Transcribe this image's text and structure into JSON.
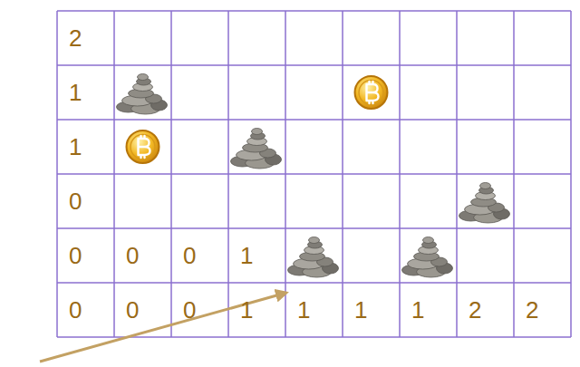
{
  "diagram": {
    "labels": [
      "2",
      "1",
      "1",
      "0",
      "0",
      "0",
      "0",
      "1",
      "0",
      "0",
      "0",
      "1",
      "1",
      "1",
      "1",
      "2",
      "2"
    ]
  }
}
